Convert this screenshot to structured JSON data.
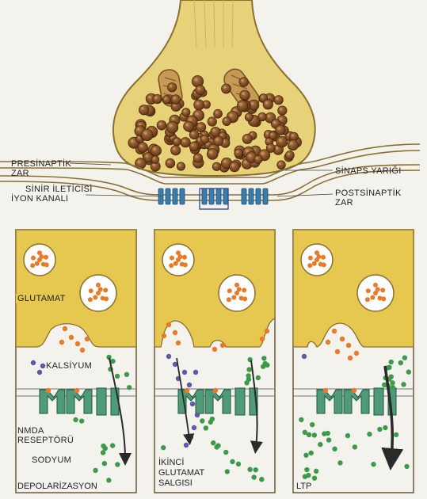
{
  "top_labels": {
    "presynaptic_line1": "PRESİNAPTİK",
    "presynaptic_line2": "ZAR",
    "ion_channel_line1": "SİNİR İLETİCİSİ",
    "ion_channel_line2": "İYON KANALI",
    "synaptic_cleft": "SİNAPS YARIĞI",
    "postsynaptic_line1": "POSTSİNAPTİK",
    "postsynaptic_line2": "ZAR"
  },
  "panel_labels": {
    "glutamate": "GLUTAMAT",
    "calcium": "KALSİYUM",
    "nmda_line1": "NMDA",
    "nmda_line2": "RESEPTÖRÜ",
    "sodium": "SODYUM"
  },
  "panels": [
    {
      "caption_lines": [
        "DEPOLARİZASYON"
      ]
    },
    {
      "caption_lines": [
        "İKİNCİ",
        "GLUTAMAT",
        "SALGISI"
      ]
    },
    {
      "caption_lines": [
        "LTP"
      ]
    }
  ],
  "colors": {
    "terminal_fill": "#e7d27a",
    "terminal_outline": "#8a7030",
    "vesicle_dark": "#6b3a1a",
    "panel_yellow": "#e6c850",
    "glutamate_orange": "#e97a2a",
    "calcium_purple": "#5a5aa8",
    "sodium_green": "#3c9a4a",
    "receptor_green": "#4f9a78",
    "arrow_dark": "#2a2a2a"
  }
}
